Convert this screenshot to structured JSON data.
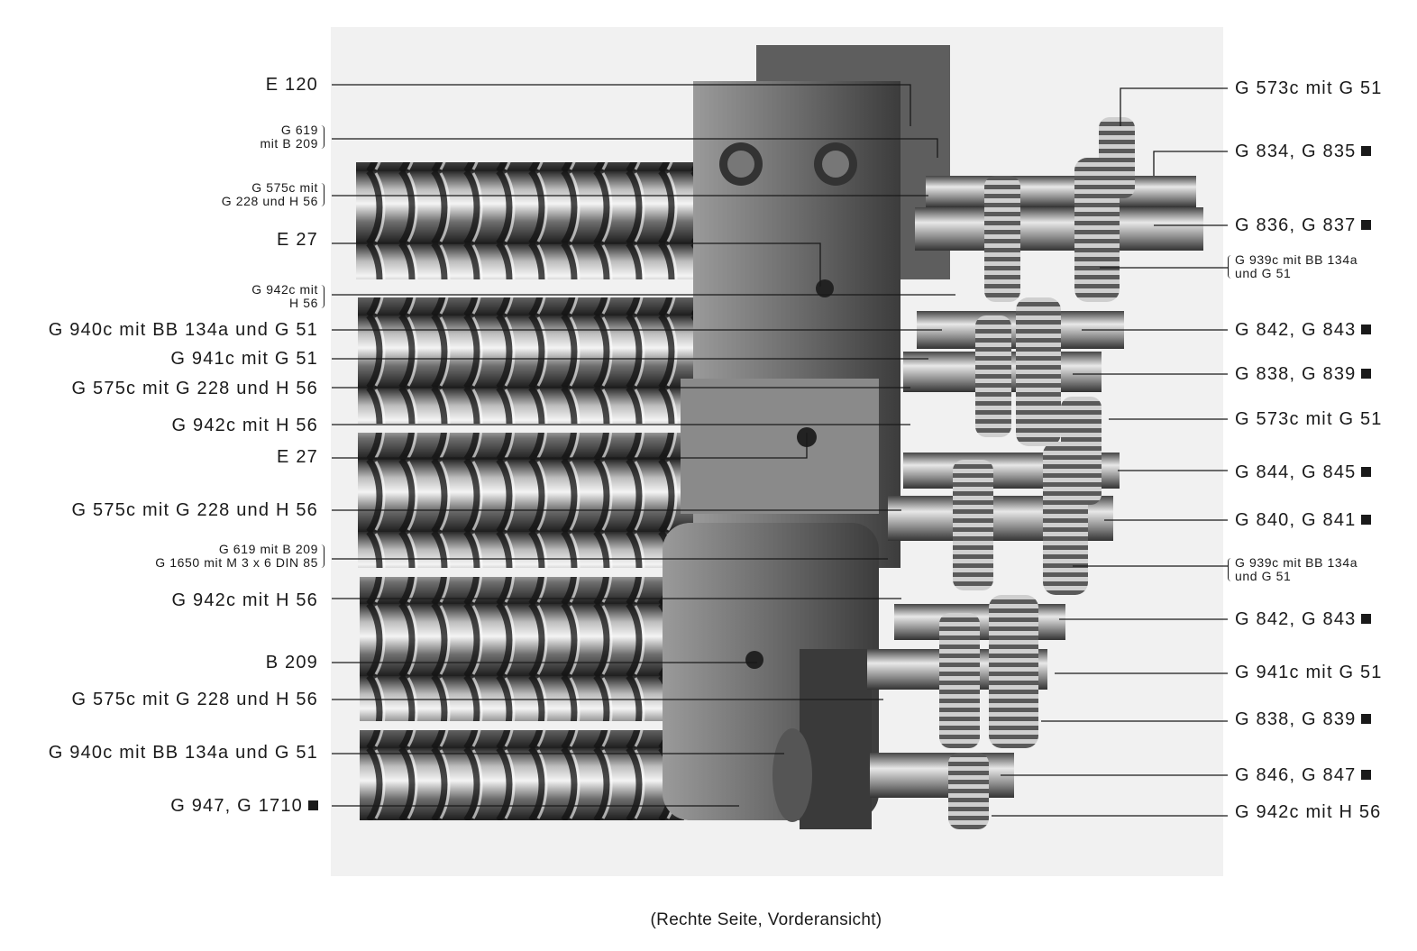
{
  "caption": "(Rechte Seite, Vorderansicht)",
  "left_labels": [
    {
      "text": "E 120",
      "marker": false,
      "size": "big"
    },
    {
      "lines": [
        "G 619",
        "mit B 209"
      ],
      "size": "small"
    },
    {
      "lines": [
        "G 575c mit",
        "G 228 und H 56"
      ],
      "size": "small"
    },
    {
      "text": "E 27",
      "marker": false,
      "size": "big"
    },
    {
      "lines": [
        "G 942c mit",
        "H 56"
      ],
      "size": "small"
    },
    {
      "text": "G 940c mit BB 134a und G 51",
      "marker": false,
      "size": "big"
    },
    {
      "text": "G 941c mit G 51",
      "marker": false,
      "size": "big"
    },
    {
      "text": "G 575c mit G 228 und H 56",
      "marker": false,
      "size": "big"
    },
    {
      "text": "G 942c mit H 56",
      "marker": false,
      "size": "big"
    },
    {
      "text": "E 27",
      "marker": false,
      "size": "big"
    },
    {
      "text": "G 575c mit G 228 und H 56",
      "marker": false,
      "size": "big"
    },
    {
      "lines": [
        "G 619 mit B 209",
        "G 1650 mit M 3 x 6 DIN 85"
      ],
      "size": "small"
    },
    {
      "text": "G 942c mit H 56",
      "marker": false,
      "size": "big"
    },
    {
      "text": "B 209",
      "marker": false,
      "size": "big"
    },
    {
      "text": "G 575c mit G 228 und H 56",
      "marker": false,
      "size": "big"
    },
    {
      "text": "G 940c mit BB 134a und G 51",
      "marker": false,
      "size": "big"
    },
    {
      "text": "G 947, G 1710",
      "marker": true,
      "size": "big"
    }
  ],
  "right_labels": [
    {
      "text": "G 573c mit G 51",
      "marker": false,
      "size": "big"
    },
    {
      "text": "G 834, G 835",
      "marker": true,
      "size": "big"
    },
    {
      "text": "G 836, G 837",
      "marker": true,
      "size": "big"
    },
    {
      "lines": [
        "G 939c mit BB 134a",
        "und G 51"
      ],
      "size": "small"
    },
    {
      "text": "G 842, G 843",
      "marker": true,
      "size": "big"
    },
    {
      "text": "G 838, G 839",
      "marker": true,
      "size": "big"
    },
    {
      "text": "G 573c mit G 51",
      "marker": false,
      "size": "big"
    },
    {
      "text": "G 844, G 845",
      "marker": true,
      "size": "big"
    },
    {
      "text": "G 840, G 841",
      "marker": true,
      "size": "big"
    },
    {
      "lines": [
        "G 939c mit BB 134a",
        "und G 51"
      ],
      "size": "small"
    },
    {
      "text": "G 842, G 843",
      "marker": true,
      "size": "big"
    },
    {
      "text": "G 941c mit G 51",
      "marker": false,
      "size": "big"
    },
    {
      "text": "G 838, G 839",
      "marker": true,
      "size": "big"
    },
    {
      "text": "G 846, G 847",
      "marker": true,
      "size": "big"
    },
    {
      "text": "G 942c mit H 56",
      "marker": false,
      "size": "big"
    }
  ]
}
